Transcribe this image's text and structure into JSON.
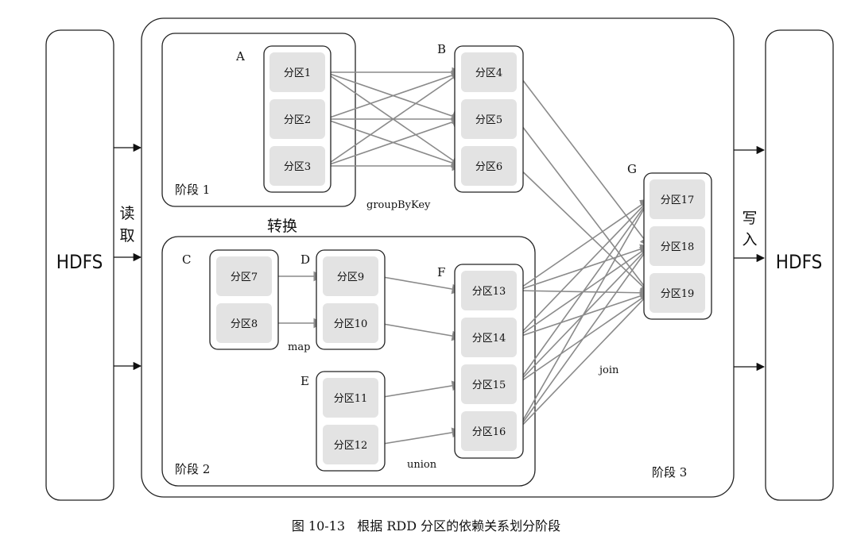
{
  "hdfs_input": "HDFS",
  "hdfs_output": "HDFS",
  "read_label": [
    "读",
    "取"
  ],
  "write_label": [
    "写",
    "入"
  ],
  "transform_label": "转换",
  "stage_labels": {
    "s1": "阶段 1",
    "s2": "阶段 2",
    "s3": "阶段 3"
  },
  "rdd_letters": {
    "A": "A",
    "B": "B",
    "C": "C",
    "D": "D",
    "E": "E",
    "F": "F",
    "G": "G"
  },
  "partitions": {
    "p1": "分区1",
    "p2": "分区2",
    "p3": "分区3",
    "p4": "分区4",
    "p5": "分区5",
    "p6": "分区6",
    "p7": "分区7",
    "p8": "分区8",
    "p9": "分区9",
    "p10": "分区10",
    "p11": "分区11",
    "p12": "分区12",
    "p13": "分区13",
    "p14": "分区14",
    "p15": "分区15",
    "p16": "分区16",
    "p17": "分区17",
    "p18": "分区18",
    "p19": "分区19"
  },
  "operations": {
    "groupByKey": "groupByKey",
    "map": "map",
    "union": "union",
    "join": "join"
  },
  "caption": "图 10-13   根据 RDD 分区的依赖关系划分阶段",
  "colors": {
    "arrow": "#8a8a8a",
    "partition_fill": "#e3e3e3",
    "stroke": "#222222"
  }
}
